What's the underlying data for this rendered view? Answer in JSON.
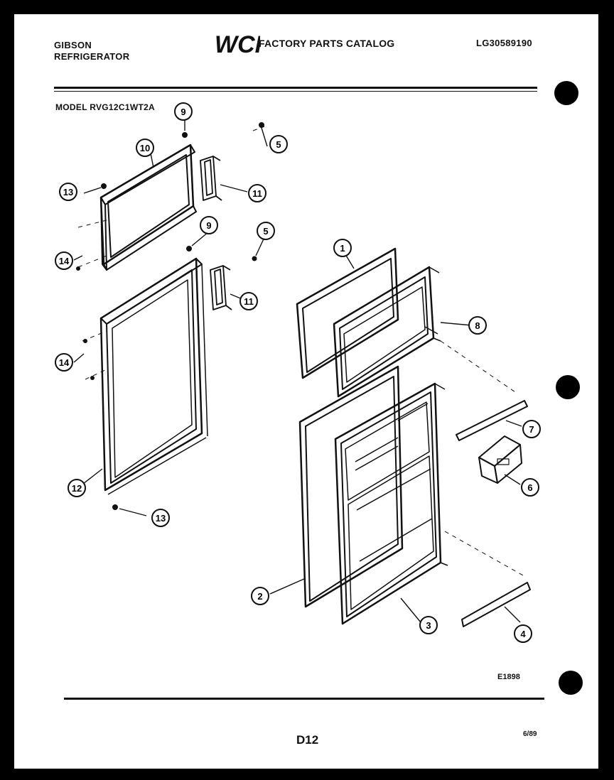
{
  "header": {
    "brand_line1": "GIBSON",
    "brand_line2": "REFRIGERATOR",
    "logo": "WCI",
    "catalog_title": "FACTORY PARTS CATALOG",
    "document_number": "LG30589190"
  },
  "model": "MODEL RVG12C1WT2A",
  "callouts": [
    {
      "id": "c1",
      "label": "1"
    },
    {
      "id": "c2",
      "label": "2"
    },
    {
      "id": "c3",
      "label": "3"
    },
    {
      "id": "c4",
      "label": "4"
    },
    {
      "id": "c5a",
      "label": "5"
    },
    {
      "id": "c5b",
      "label": "5"
    },
    {
      "id": "c6",
      "label": "6"
    },
    {
      "id": "c7",
      "label": "7"
    },
    {
      "id": "c8",
      "label": "8"
    },
    {
      "id": "c9a",
      "label": "9"
    },
    {
      "id": "c9b",
      "label": "9"
    },
    {
      "id": "c10",
      "label": "10"
    },
    {
      "id": "c11a",
      "label": "11"
    },
    {
      "id": "c11b",
      "label": "11"
    },
    {
      "id": "c12",
      "label": "12"
    },
    {
      "id": "c13a",
      "label": "13"
    },
    {
      "id": "c13b",
      "label": "13"
    },
    {
      "id": "c14a",
      "label": "14"
    },
    {
      "id": "c14b",
      "label": "14"
    }
  ],
  "footer": {
    "illustration_code": "E1898",
    "page_number": "D12",
    "date": "6/89"
  }
}
